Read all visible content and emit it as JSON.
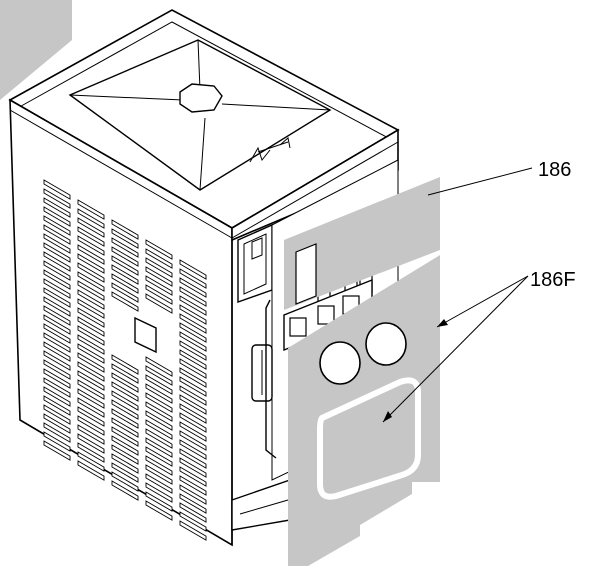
{
  "callouts": [
    {
      "id": "front-panel-decal",
      "text": "186"
    },
    {
      "id": "door-decal",
      "text": "186F"
    }
  ],
  "colors": {
    "decal_gray": "#c6c6c6",
    "line": "#000000",
    "background": "#ffffff"
  }
}
